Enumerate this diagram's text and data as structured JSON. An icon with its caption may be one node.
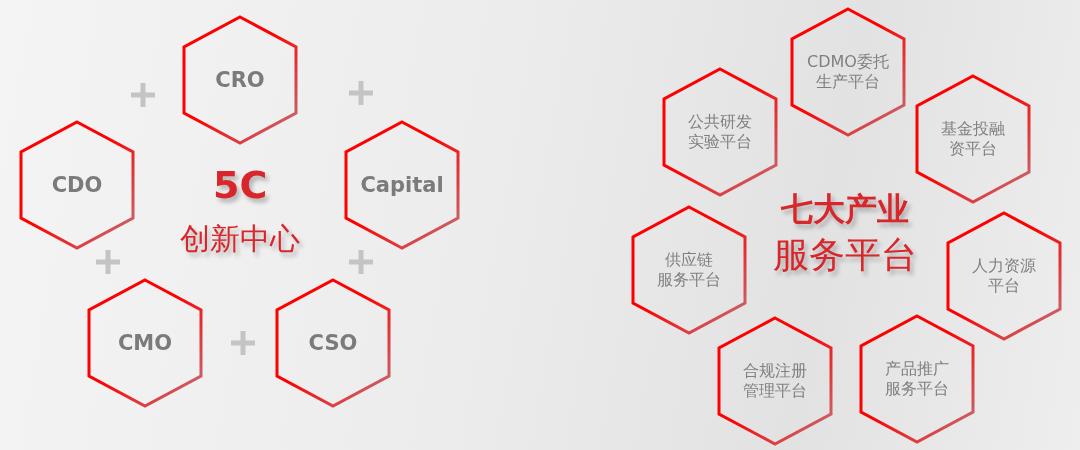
{
  "diagram": {
    "nodes": [
      {
        "text": [
          "CRO"
        ]
      },
      {
        "text": [
          "CDO"
        ]
      },
      {
        "text": [
          "Capital"
        ]
      },
      {
        "text": [
          "CMO"
        ]
      },
      {
        "text": [
          "CSO"
        ]
      },
      {
        "text": [
          "CDMO委托生产平台"
        ]
      },
      {
        "text": [
          "公共研发实验平台"
        ]
      },
      {
        "text": [
          "基金投融资平台"
        ]
      },
      {
        "text": [
          "供应链服务平台"
        ]
      },
      {
        "text": [
          "人力资源平台"
        ]
      },
      {
        "text": [
          "合规注册管理平台"
        ]
      },
      {
        "text": [
          "产品推广服务平台"
        ]
      }
    ],
    "labels": [
      "5C",
      "创新中心",
      "七大产业",
      "服务平台"
    ]
  }
}
